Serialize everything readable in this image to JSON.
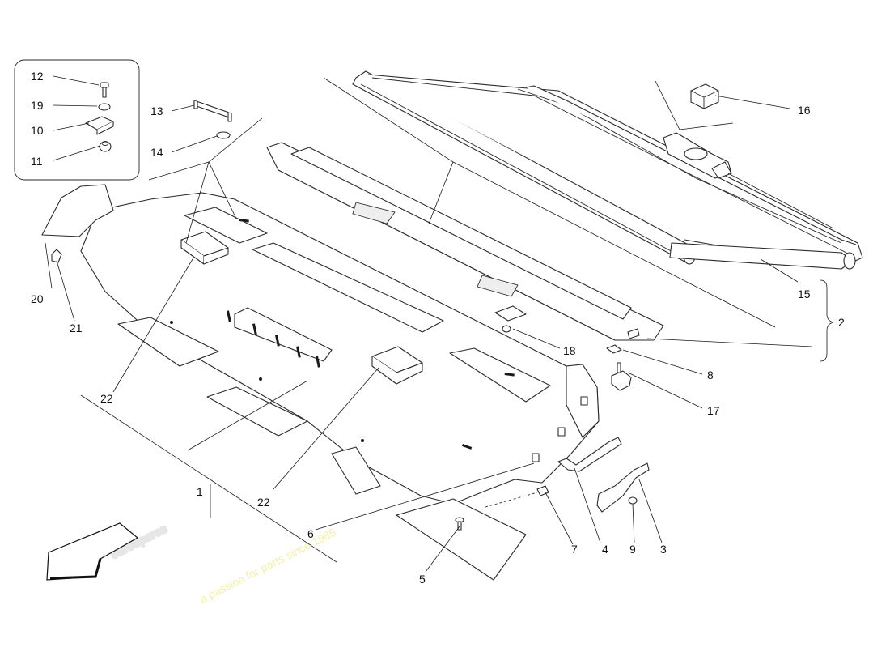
{
  "watermark": {
    "brand": "eurospares",
    "tagline": "a passion for parts since 1985",
    "brand_color": "#e6e6e6",
    "tagline_color": "#f3f0a6"
  },
  "callouts": [
    {
      "id": "c1",
      "label": "1"
    },
    {
      "id": "c2",
      "label": "2"
    },
    {
      "id": "c3",
      "label": "3"
    },
    {
      "id": "c4",
      "label": "4"
    },
    {
      "id": "c5",
      "label": "5"
    },
    {
      "id": "c6",
      "label": "6"
    },
    {
      "id": "c7",
      "label": "7"
    },
    {
      "id": "c8",
      "label": "8"
    },
    {
      "id": "c9",
      "label": "9"
    },
    {
      "id": "c10",
      "label": "10"
    },
    {
      "id": "c11",
      "label": "11"
    },
    {
      "id": "c12",
      "label": "12"
    },
    {
      "id": "c13",
      "label": "13"
    },
    {
      "id": "c14",
      "label": "14"
    },
    {
      "id": "c15",
      "label": "15"
    },
    {
      "id": "c16",
      "label": "16"
    },
    {
      "id": "c17",
      "label": "17"
    },
    {
      "id": "c18",
      "label": "18"
    },
    {
      "id": "c19",
      "label": "19"
    },
    {
      "id": "c20",
      "label": "20"
    },
    {
      "id": "c21",
      "label": "21"
    },
    {
      "id": "c22a",
      "label": "22"
    },
    {
      "id": "c22b",
      "label": "22"
    }
  ]
}
